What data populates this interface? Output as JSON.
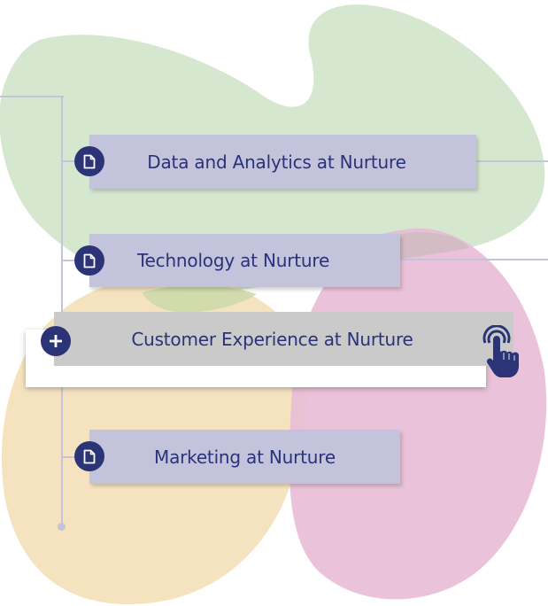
{
  "cards": [
    {
      "label": "Data and Analytics at Nurture",
      "icon": "document-icon"
    },
    {
      "label": "Technology at Nurture",
      "icon": "document-icon"
    },
    {
      "label": "Customer Experience at Nurture",
      "icon": "plus-icon",
      "state": "hovered"
    },
    {
      "label": "Marketing at Nurture",
      "icon": "document-icon"
    }
  ],
  "cursor": {
    "icon": "pointer-hand-icon"
  },
  "colors": {
    "card": "#c3c4dc",
    "card_active": "#cacaca",
    "badge": "#2b3477",
    "text": "#2a327a",
    "connector": "#c3c4dc",
    "blob_green": "#d3e6cb",
    "blob_pink": "#e8bdd6",
    "blob_yellow": "#f4e2bd"
  }
}
